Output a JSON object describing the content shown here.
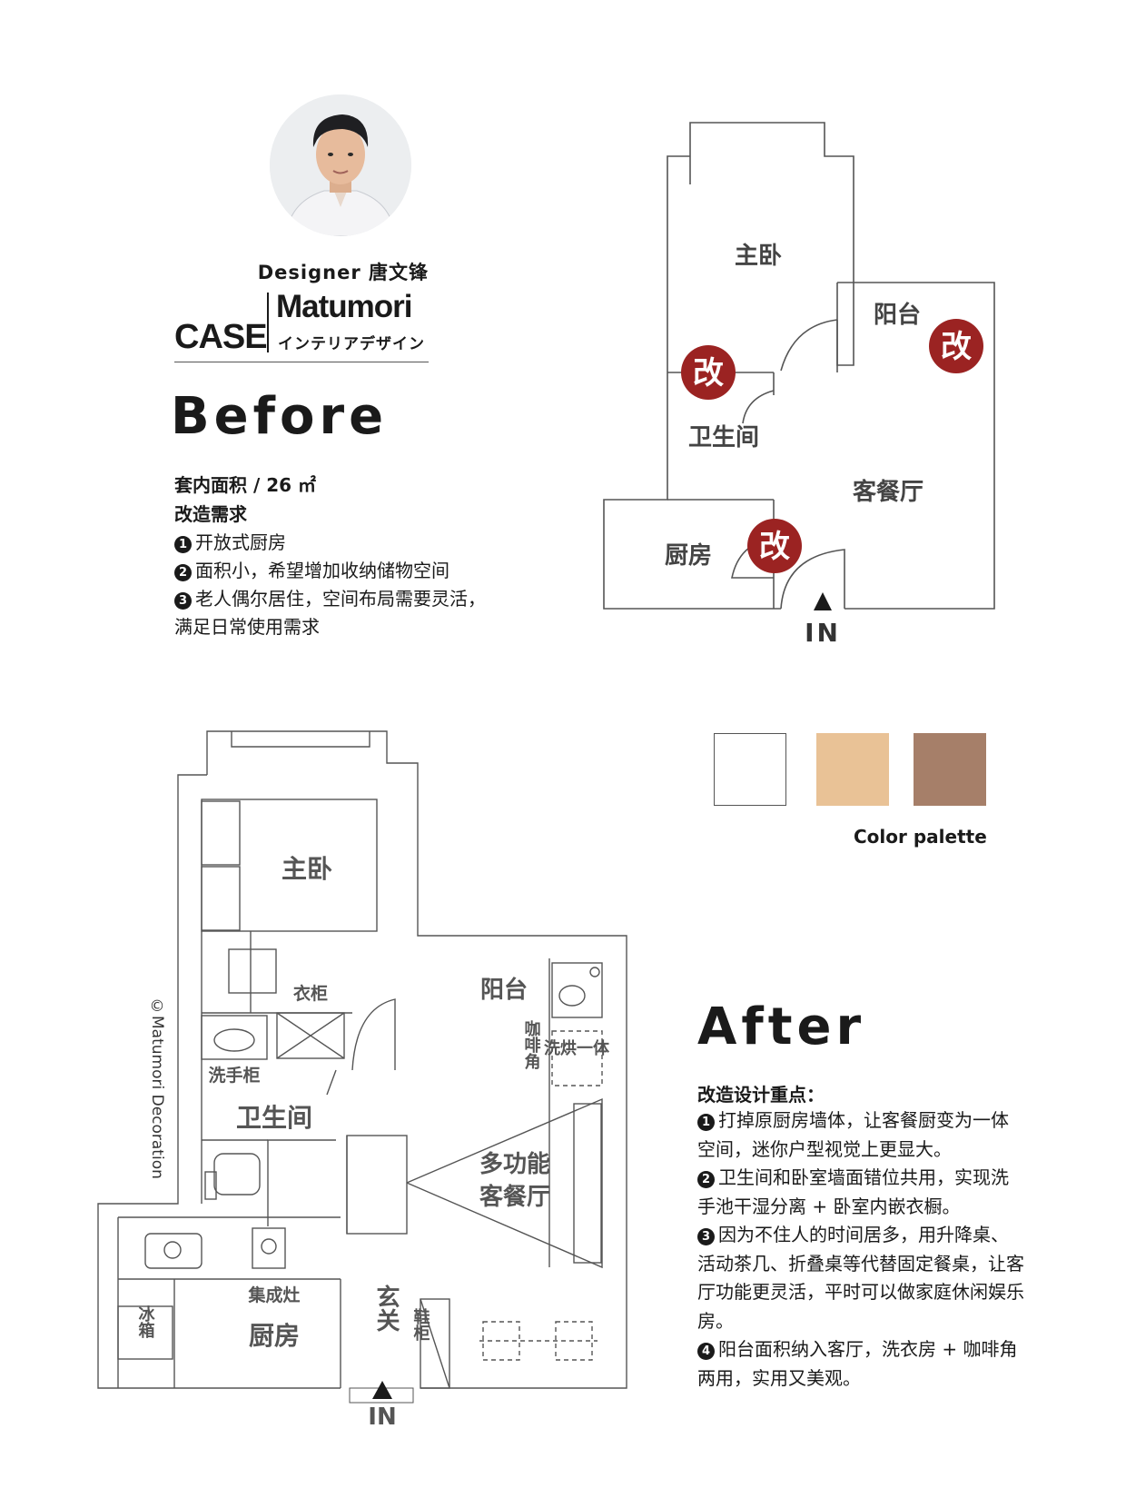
{
  "header": {
    "designer": "Designer 唐文锋",
    "case": "CASE",
    "brand": "Matumori",
    "brand_sub": "インテリアデザイン"
  },
  "before": {
    "heading": "Before",
    "area": "套内面积 / 26 ㎡",
    "req_title": "改造需求",
    "req_1": "开放式厨房",
    "req_2": "面积小，希望增加收纳储物空间",
    "req_3a": "老人偶尔居住，空间布局需要灵活，",
    "req_3b": "满足日常使用需求",
    "plan": {
      "master": "主卧",
      "balcony": "阳台",
      "bath": "卫生间",
      "living": "客餐厅",
      "kitchen": "厨房",
      "change": "改",
      "entry": "IN"
    }
  },
  "palette": {
    "label": "Color palette",
    "colors": [
      "#ffffff",
      "#e9c296",
      "#a67f69"
    ]
  },
  "after": {
    "heading": "After",
    "focus_title": "改造设计重点：",
    "f1": "打掉原厨房墙体，让客餐厨变为一体空间，迷你户型视觉上更显大。",
    "f2": "卫生间和卧室墙面错位共用，实现洗手池干湿分离 + 卧室内嵌衣橱。",
    "f3": "因为不住人的时间居多，用升降桌、活动茶几、折叠桌等代替固定餐桌，让客厅功能更灵活，平时可以做家庭休闲娱乐房。",
    "f4": "阳台面积纳入客厅，洗衣房 + 咖啡角两用，实用又美观。",
    "plan": {
      "master": "主卧",
      "wardrobe": "衣柜",
      "balcony": "阳台",
      "coffee": "咖啡角",
      "washer": "洗烘一体",
      "sink_cab": "洗手柜",
      "bath": "卫生间",
      "living_1": "多功能",
      "living_2": "客餐厅",
      "stove": "集成灶",
      "kitchen": "厨房",
      "foyer": "玄关",
      "shoe": "鞋柜",
      "fridge": "冰箱",
      "entry": "IN"
    }
  },
  "watermark": "©Matumori Decoration"
}
